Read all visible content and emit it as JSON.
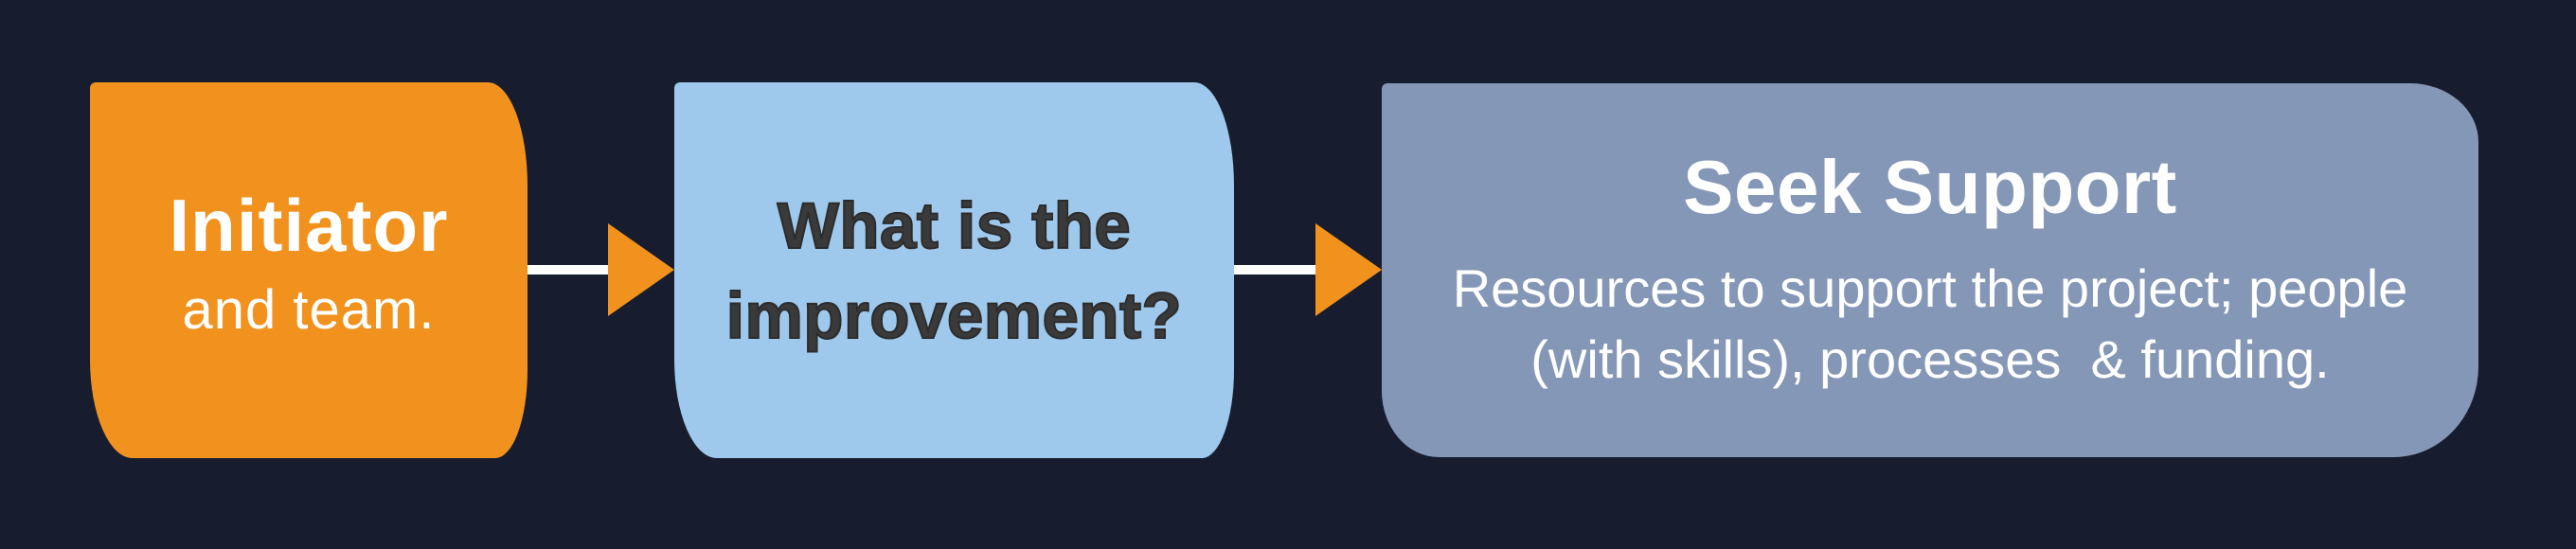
{
  "canvas": {
    "background_color": "#171D2E"
  },
  "nodes": {
    "initiator": {
      "title": "Initiator",
      "subtitle": "and team.",
      "fill_color": "#F1921E",
      "text_color": "#FFFFFF"
    },
    "improvement": {
      "question": "What is the\nimprovement?",
      "fill_color": "#9EC8EC",
      "text_color": "#3A3A3A"
    },
    "seek_support": {
      "title": "Seek Support",
      "description": "Resources to support the project; people\n(with skills), processes  & funding.",
      "fill_color": "#8597B7",
      "text_color": "#FFFFFF"
    }
  },
  "connectors": {
    "shaft_color": "#FFFFFF",
    "arrowhead_color": "#F1921E",
    "direction": "right"
  }
}
